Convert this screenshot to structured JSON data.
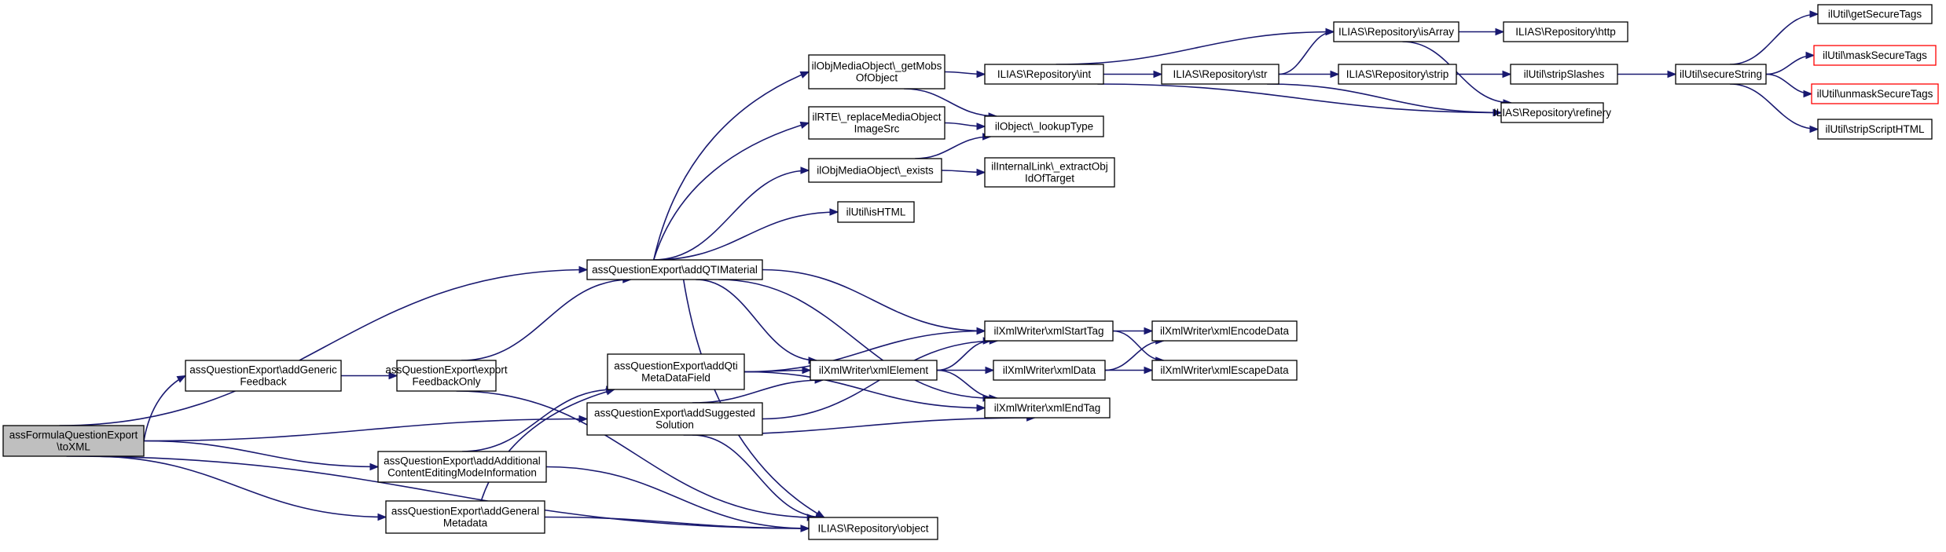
{
  "graph": {
    "edge_color": "#191970",
    "root_fill": "#bfbfbf",
    "truncated_border_color": "#ff0000",
    "nodes": [
      {
        "id": "root",
        "lines": [
          "assFormulaQuestionExport",
          "\\toXML"
        ],
        "style": "root"
      },
      {
        "id": "addGenericFeedback",
        "lines": [
          "assQuestionExport\\addGeneric",
          "Feedback"
        ]
      },
      {
        "id": "exportFeedbackOnly",
        "lines": [
          "assQuestionExport\\export",
          "FeedbackOnly"
        ]
      },
      {
        "id": "addQTIMaterial",
        "lines": [
          "assQuestionExport\\addQTIMaterial"
        ]
      },
      {
        "id": "addQtiMetaDataField",
        "lines": [
          "assQuestionExport\\addQti",
          "MetaDataField"
        ]
      },
      {
        "id": "addSuggestedSolution",
        "lines": [
          "assQuestionExport\\addSuggested",
          "Solution"
        ]
      },
      {
        "id": "addAdditionalContentEditingModeInformation",
        "lines": [
          "assQuestionExport\\addAdditional",
          "ContentEditingModeInformation"
        ]
      },
      {
        "id": "addGeneralMetadata",
        "lines": [
          "assQuestionExport\\addGeneral",
          "Metadata"
        ]
      },
      {
        "id": "getMobsOfObject",
        "lines": [
          "ilObjMediaObject\\_getMobs",
          "OfObject"
        ]
      },
      {
        "id": "replaceMediaObjectImageSrc",
        "lines": [
          "ilRTE\\_replaceMediaObject",
          "ImageSrc"
        ]
      },
      {
        "id": "mobExists",
        "lines": [
          "ilObjMediaObject\\_exists"
        ]
      },
      {
        "id": "isHTML",
        "lines": [
          "ilUtil\\isHTML"
        ]
      },
      {
        "id": "repoObject",
        "lines": [
          "ILIAS\\Repository\\object"
        ]
      },
      {
        "id": "repoInt",
        "lines": [
          "ILIAS\\Repository\\int"
        ]
      },
      {
        "id": "lookupType",
        "lines": [
          "ilObject\\_lookupType"
        ]
      },
      {
        "id": "extractObjIdOfTarget",
        "lines": [
          "ilInternalLink\\_extractObj",
          "IdOfTarget"
        ]
      },
      {
        "id": "xmlStartTag",
        "lines": [
          "ilXmlWriter\\xmlStartTag"
        ]
      },
      {
        "id": "xmlElement",
        "lines": [
          "ilXmlWriter\\xmlElement"
        ]
      },
      {
        "id": "xmlData",
        "lines": [
          "ilXmlWriter\\xmlData"
        ]
      },
      {
        "id": "xmlEndTag",
        "lines": [
          "ilXmlWriter\\xmlEndTag"
        ]
      },
      {
        "id": "xmlEncodeData",
        "lines": [
          "ilXmlWriter\\xmlEncodeData"
        ]
      },
      {
        "id": "xmlEscapeData",
        "lines": [
          "ilXmlWriter\\xmlEscapeData"
        ]
      },
      {
        "id": "repoStr",
        "lines": [
          "ILIAS\\Repository\\str"
        ]
      },
      {
        "id": "repoIsArray",
        "lines": [
          "ILIAS\\Repository\\isArray"
        ]
      },
      {
        "id": "repoStrip",
        "lines": [
          "ILIAS\\Repository\\strip"
        ]
      },
      {
        "id": "repoRefinery",
        "lines": [
          "ILIAS\\Repository\\refinery"
        ]
      },
      {
        "id": "repoHttp",
        "lines": [
          "ILIAS\\Repository\\http"
        ]
      },
      {
        "id": "stripSlashes",
        "lines": [
          "ilUtil\\stripSlashes"
        ]
      },
      {
        "id": "secureString",
        "lines": [
          "ilUtil\\secureString"
        ]
      },
      {
        "id": "getSecureTags",
        "lines": [
          "ilUtil\\getSecureTags"
        ]
      },
      {
        "id": "maskSecureTags",
        "lines": [
          "ilUtil\\maskSecureTags"
        ],
        "style": "trunc"
      },
      {
        "id": "unmaskSecureTags",
        "lines": [
          "ilUtil\\unmaskSecureTags"
        ],
        "style": "trunc"
      },
      {
        "id": "stripScriptHTML",
        "lines": [
          "ilUtil\\stripScriptHTML"
        ]
      }
    ],
    "edges": [
      [
        "root",
        "addQTIMaterial"
      ],
      [
        "root",
        "addGenericFeedback"
      ],
      [
        "root",
        "addSuggestedSolution"
      ],
      [
        "root",
        "addAdditionalContentEditingModeInformation"
      ],
      [
        "root",
        "addGeneralMetadata"
      ],
      [
        "root",
        "repoObject"
      ],
      [
        "addGenericFeedback",
        "exportFeedbackOnly"
      ],
      [
        "exportFeedbackOnly",
        "addQTIMaterial"
      ],
      [
        "exportFeedbackOnly",
        "repoObject"
      ],
      [
        "addQTIMaterial",
        "getMobsOfObject"
      ],
      [
        "addQTIMaterial",
        "replaceMediaObjectImageSrc"
      ],
      [
        "addQTIMaterial",
        "mobExists"
      ],
      [
        "addQTIMaterial",
        "isHTML"
      ],
      [
        "addQTIMaterial",
        "xmlStartTag"
      ],
      [
        "addQTIMaterial",
        "xmlElement"
      ],
      [
        "addQTIMaterial",
        "xmlEndTag"
      ],
      [
        "addQTIMaterial",
        "repoObject"
      ],
      [
        "addQtiMetaDataField",
        "xmlStartTag"
      ],
      [
        "addQtiMetaDataField",
        "xmlElement"
      ],
      [
        "addQtiMetaDataField",
        "xmlEndTag"
      ],
      [
        "addSuggestedSolution",
        "xmlStartTag"
      ],
      [
        "addSuggestedSolution",
        "xmlElement"
      ],
      [
        "addSuggestedSolution",
        "xmlEndTag"
      ],
      [
        "addSuggestedSolution",
        "repoObject"
      ],
      [
        "addAdditionalContentEditingModeInformation",
        "addQtiMetaDataField"
      ],
      [
        "addAdditionalContentEditingModeInformation",
        "repoObject"
      ],
      [
        "addGeneralMetadata",
        "addQtiMetaDataField"
      ],
      [
        "addGeneralMetadata",
        "repoObject"
      ],
      [
        "getMobsOfObject",
        "repoInt"
      ],
      [
        "getMobsOfObject",
        "lookupType"
      ],
      [
        "replaceMediaObjectImageSrc",
        "lookupType"
      ],
      [
        "mobExists",
        "lookupType"
      ],
      [
        "mobExists",
        "extractObjIdOfTarget"
      ],
      [
        "repoInt",
        "repoIsArray"
      ],
      [
        "repoInt",
        "repoStr"
      ],
      [
        "repoInt",
        "repoRefinery"
      ],
      [
        "repoStr",
        "repoIsArray"
      ],
      [
        "repoStr",
        "repoStrip"
      ],
      [
        "repoStr",
        "repoRefinery"
      ],
      [
        "repoIsArray",
        "repoHttp"
      ],
      [
        "repoIsArray",
        "repoRefinery"
      ],
      [
        "repoStrip",
        "stripSlashes"
      ],
      [
        "stripSlashes",
        "secureString"
      ],
      [
        "secureString",
        "getSecureTags"
      ],
      [
        "secureString",
        "maskSecureTags"
      ],
      [
        "secureString",
        "unmaskSecureTags"
      ],
      [
        "secureString",
        "stripScriptHTML"
      ],
      [
        "xmlStartTag",
        "xmlEncodeData"
      ],
      [
        "xmlStartTag",
        "xmlEscapeData"
      ],
      [
        "xmlElement",
        "xmlStartTag"
      ],
      [
        "xmlElement",
        "xmlData"
      ],
      [
        "xmlElement",
        "xmlEndTag"
      ],
      [
        "xmlData",
        "xmlEncodeData"
      ],
      [
        "xmlData",
        "xmlEscapeData"
      ]
    ]
  }
}
